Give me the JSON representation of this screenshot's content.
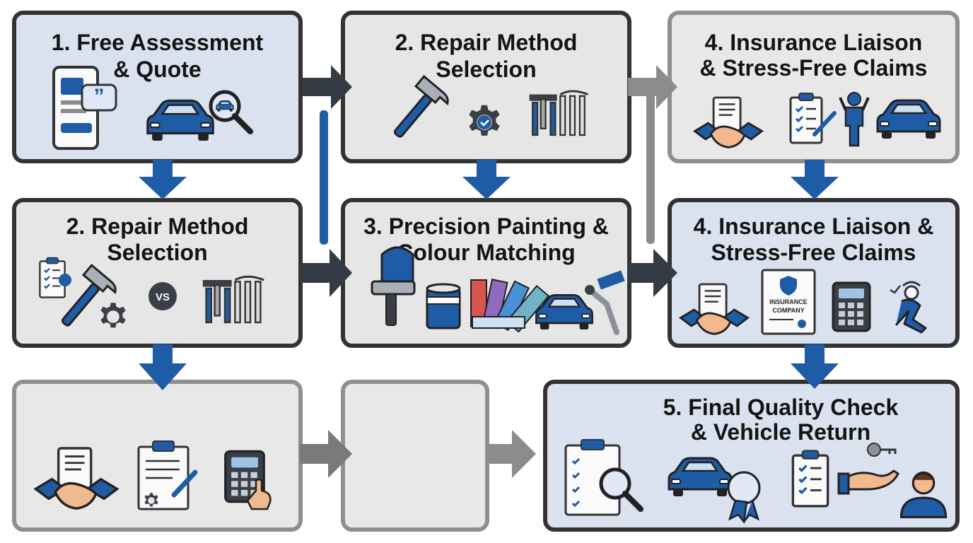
{
  "steps": {
    "s1": {
      "line1": "1. Free Assessment",
      "line2": "& Quote"
    },
    "s2a": {
      "line1": "2. Repair Method",
      "line2": "Selection"
    },
    "s4a": {
      "line1": "4. Insurance Liaison",
      "line2": "& Stress-Free Claims"
    },
    "s2b": {
      "line1": "2. Repair Method",
      "line2": "Selection"
    },
    "s3": {
      "line1": "3. Precision Painting &",
      "line2": "Colour Matching"
    },
    "s4b": {
      "line1": "4. Insurance Liaison &",
      "line2": "Stress-Free Claims"
    },
    "s5": {
      "line1": "5. Final Quality Check",
      "line2": "& Vehicle Return"
    }
  },
  "badges": {
    "vs": "VS",
    "insurance_line1": "INSURANCE",
    "insurance_line2": "COMPANY"
  },
  "icons": {
    "s1": [
      "smartphone-chat-icon",
      "car-magnifier-icon"
    ],
    "s2a": [
      "hammer-icon",
      "gear-check-icon",
      "tools-set-icon"
    ],
    "s4a": [
      "handshake-document-icon",
      "clipboard-pen-icon",
      "relaxed-person-icon",
      "car-icon"
    ],
    "s2b": [
      "checklist-icon",
      "hammer-icon",
      "gear-icon",
      "vs-badge-icon",
      "tools-set-icon"
    ],
    "s3": [
      "spray-gun-icon",
      "paint-can-icon",
      "colour-swatch-icon",
      "car-robot-arm-icon"
    ],
    "s4b": [
      "handshake-document-icon",
      "insurance-certificate-icon",
      "calculator-icon",
      "relaxed-person-icon"
    ],
    "s5": [
      "clipboard-magnifier-icon",
      "car-award-icon",
      "checklist-icon",
      "keys-hand-icon",
      "person-icon"
    ],
    "bottom_left": [
      "handshake-document-icon",
      "contract-pen-icon",
      "calculator-hand-icon"
    ]
  },
  "colors": {
    "accent_blue": "#1f5ca8",
    "dark_arrow": "#333b45",
    "grey_arrow": "#8c8c8c",
    "box_border": "#333333"
  }
}
